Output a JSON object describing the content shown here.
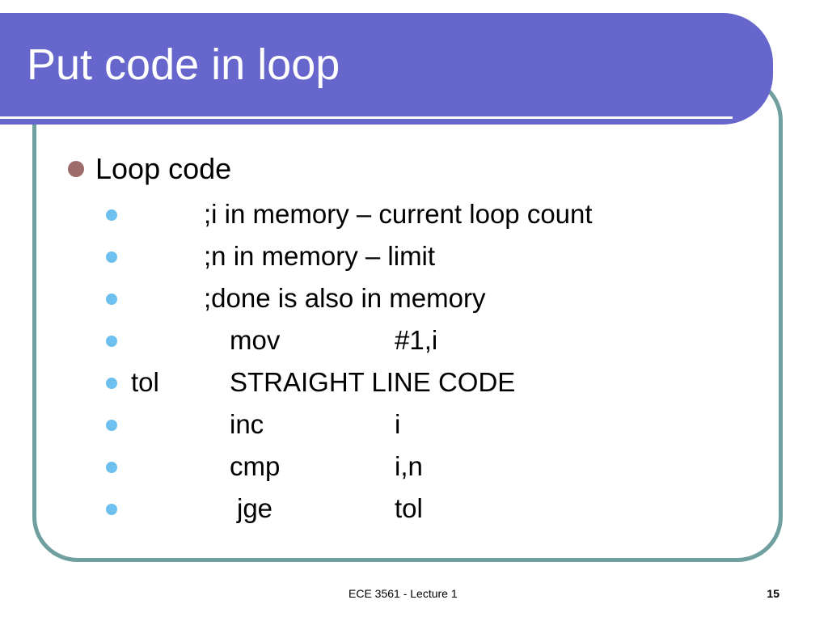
{
  "slide": {
    "title": "Put code in loop",
    "bullet": "Loop code",
    "lines": [
      {
        "label": "",
        "text": ";i in memory – current loop count",
        "operand": ""
      },
      {
        "label": "",
        "text": ";n in memory – limit",
        "operand": ""
      },
      {
        "label": "",
        "text": ";done is also in memory",
        "operand": ""
      },
      {
        "label": "",
        "text": "mov",
        "operand": "#1,i"
      },
      {
        "label": "tol",
        "text": "STRAIGHT LINE CODE",
        "operand": ""
      },
      {
        "label": "",
        "text": "inc",
        "operand": "i"
      },
      {
        "label": "",
        "text": "cmp",
        "operand": "i,n"
      },
      {
        "label": "",
        "text": "jge",
        "operand": "tol"
      }
    ]
  },
  "footer": {
    "center": "ECE 3561 - Lecture 1",
    "page_number": "15"
  },
  "colors": {
    "title_bar": "#6666cc",
    "frame_border": "#6f9f9f",
    "level1_bullet": "#9e6b6b",
    "level2_bullet": "#6ec0f0"
  }
}
